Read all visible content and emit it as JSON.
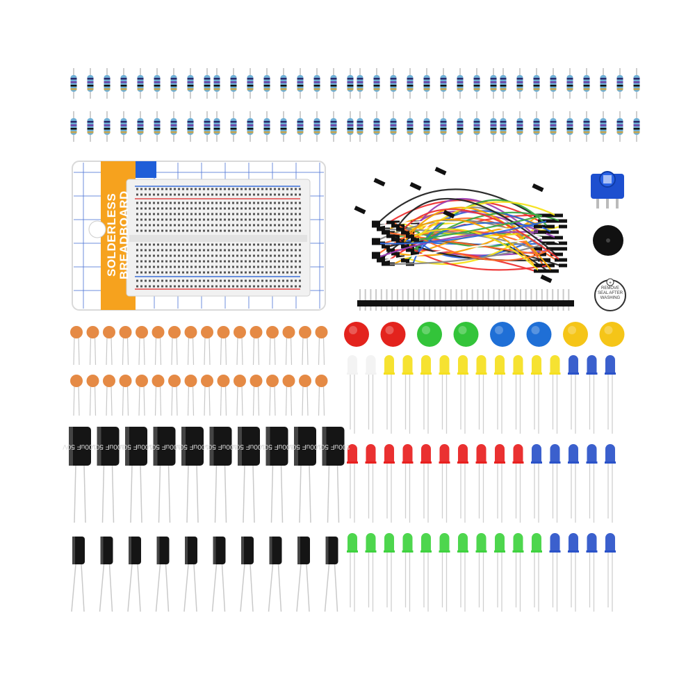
{
  "breadboard": {
    "label_line1": "SOLDERLESS",
    "label_line2": "BREADBOARD",
    "package_color": "#f6a21e",
    "grid_color": "#4a73d6"
  },
  "buzzer": {
    "seal_text": "REMOVE SEAL AFTER WASHING"
  },
  "electrolytic_capacitor": {
    "value_text": "100uF 50V"
  },
  "resistor_rows": 2,
  "resistors_per_row": 36,
  "ceramic_capacitor_rows": 2,
  "led_colors": {
    "red": "#e8201f",
    "green": "#3fd23f",
    "blue": "#2a52c9",
    "yellow": "#f5e01f",
    "white": "#f2f2f2"
  },
  "button_cap_colors": [
    "#e3231d",
    "#e3231d",
    "#33c43a",
    "#33c43a",
    "#1f6fd6",
    "#1f6fd6",
    "#f5c518",
    "#f5c518"
  ]
}
